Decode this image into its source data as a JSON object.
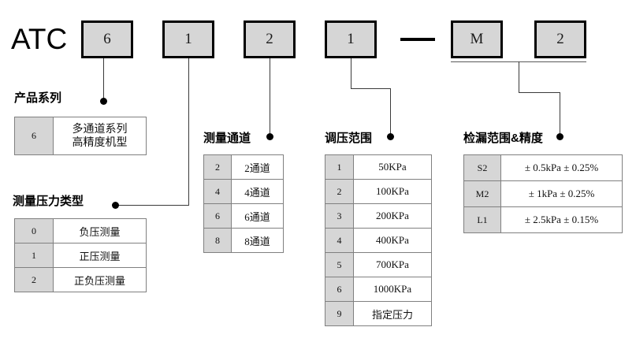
{
  "model_code": {
    "brand": "ATC",
    "segments": [
      {
        "name": "series",
        "value": "6"
      },
      {
        "name": "pressure-type",
        "value": "1"
      },
      {
        "name": "channels",
        "value": "2"
      },
      {
        "name": "pressure-range",
        "value": "1"
      },
      {
        "name": "separator",
        "value": "—"
      },
      {
        "name": "leak-range-letter",
        "value": "M"
      },
      {
        "name": "leak-range-digit",
        "value": "2"
      }
    ]
  },
  "sections": {
    "series": {
      "caption": "产品系列",
      "rows": [
        {
          "key": "6",
          "line1": "多通道系列",
          "line2": "高精度机型"
        }
      ]
    },
    "pressure_type": {
      "caption": "测量压力类型",
      "rows": [
        {
          "key": "0",
          "value": "负压测量"
        },
        {
          "key": "1",
          "value": "正压测量"
        },
        {
          "key": "2",
          "value": "正负压测量"
        }
      ]
    },
    "channels": {
      "caption": "测量通道",
      "rows": [
        {
          "key": "2",
          "value": "2通道"
        },
        {
          "key": "4",
          "value": "4通道"
        },
        {
          "key": "6",
          "value": "6通道"
        },
        {
          "key": "8",
          "value": "8通道"
        }
      ]
    },
    "pressure_range": {
      "caption": "调压范围",
      "rows": [
        {
          "key": "1",
          "value": "50KPa"
        },
        {
          "key": "2",
          "value": "100KPa"
        },
        {
          "key": "3",
          "value": "200KPa"
        },
        {
          "key": "4",
          "value": "400KPa"
        },
        {
          "key": "5",
          "value": "700KPa"
        },
        {
          "key": "6",
          "value": "1000KPa"
        },
        {
          "key": "9",
          "value": "指定压力"
        }
      ]
    },
    "leak_range": {
      "caption": "检漏范围&精度",
      "rows": [
        {
          "key": "S2",
          "value": "± 0.5kPa  ± 0.25%"
        },
        {
          "key": "M2",
          "value": "± 1kPa  ± 0.25%"
        },
        {
          "key": "L1",
          "value": "± 2.5kPa  ± 0.15%"
        }
      ]
    }
  },
  "colors": {
    "box_fill": "#d6d6d6",
    "box_border": "#000000",
    "table_border": "#808080",
    "line": "#3a3a3a"
  }
}
